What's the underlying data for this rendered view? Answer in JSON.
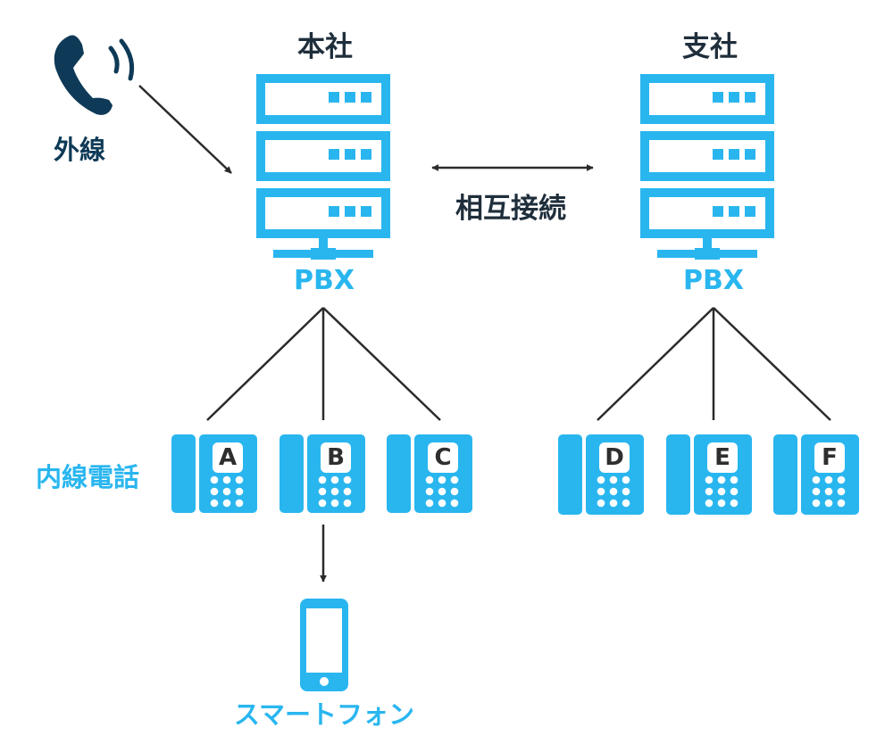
{
  "colors": {
    "accent": "#29b6ef",
    "navy": "#0e3a57",
    "line": "#2b2b2b",
    "text": "#1f2e3b"
  },
  "head_office": {
    "title": "本社",
    "device": "PBX"
  },
  "branch_office": {
    "title": "支社",
    "device": "PBX"
  },
  "interconnect_label": "相互接続",
  "outside_line_label": "外線",
  "extension_label": "内線電話",
  "smartphone_label": "スマートフォン",
  "head_phones": [
    "A",
    "B",
    "C"
  ],
  "branch_phones": [
    "D",
    "E",
    "F"
  ],
  "icons": [
    "phone-handset-icon",
    "server-rack-icon",
    "desk-phone-icon",
    "smartphone-icon"
  ]
}
